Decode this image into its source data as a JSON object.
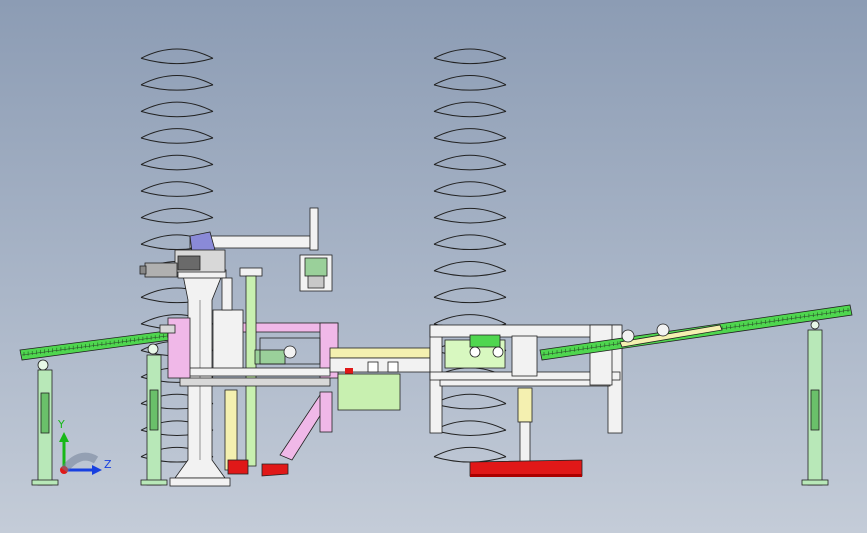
{
  "colors": {
    "background_top": "#8c9cb4",
    "background_bottom": "#c4ccd8",
    "conveyor_green": "#4fd64f",
    "leg_green": "#b8e8b8",
    "frame_white": "#f2f2f2",
    "frame_pink": "#f0b8e8",
    "frame_yellow": "#f4f0b0",
    "base_red": "#e01818",
    "box_green": "#c8f0b0",
    "box_lightgreen": "#d8f8c0",
    "axis_x": "#e01818",
    "axis_y": "#18b818",
    "axis_z": "#1840e0"
  },
  "triad": {
    "y_label": "Y",
    "z_label": "Z"
  },
  "springs": [
    {
      "name": "left-spring",
      "coils": 16
    },
    {
      "name": "right-spring",
      "coils": 16
    }
  ]
}
